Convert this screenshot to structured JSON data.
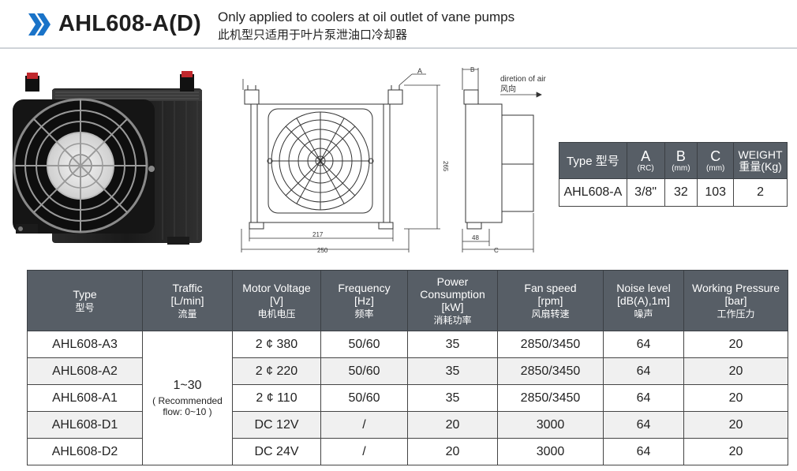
{
  "header": {
    "model": "AHL608-A(D)",
    "description_en": "Only applied to coolers at oil outlet of vane pumps",
    "description_cn": "此机型只适用于叶片泵泄油口冷却器",
    "chevron_icon": "double-chevron-right-icon",
    "accent_color": "#1a73c8"
  },
  "drawing": {
    "label_a": "A",
    "label_b": "B",
    "label_c": "C",
    "dim_height": "265",
    "dim_inner_width": "217",
    "dim_outer_width": "250",
    "dim_side": "48",
    "air_direction_en": "diretion of air",
    "air_direction_cn": "风向"
  },
  "spec_table": {
    "headers": {
      "type": "Type 型号",
      "a_main": "A",
      "a_sub": "(RC)",
      "b_main": "B",
      "b_sub": "(mm)",
      "c_main": "C",
      "c_sub": "(mm)",
      "weight_main": "WEIGHT",
      "weight_sub": "重量(Kg)"
    },
    "row": {
      "type": "AHL608-A",
      "a": "3/8\"",
      "b": "32",
      "c": "103",
      "weight": "2"
    }
  },
  "main_table": {
    "headers": [
      {
        "en": "Type",
        "cn": "型号"
      },
      {
        "en": "Traffic",
        "unit": "[L/min]",
        "cn": "流量"
      },
      {
        "en": "Motor Voltage",
        "unit": "[V]",
        "cn": "电机电压"
      },
      {
        "en": "Frequency",
        "unit": "[Hz]",
        "cn": "频率"
      },
      {
        "en": "Power Consumption",
        "unit": "[kW]",
        "cn": "消耗功率"
      },
      {
        "en": "Fan speed",
        "unit": "[rpm]",
        "cn": "风扇转速"
      },
      {
        "en": "Noise level",
        "unit": "[dB(A),1m]",
        "cn": "噪声"
      },
      {
        "en": "Working Pressure",
        "unit": "[bar]",
        "cn": "工作压力"
      }
    ],
    "traffic": {
      "range": "1~30",
      "note": "( Recommended flow: 0~10 )"
    },
    "rows": [
      {
        "type": "AHL608-A3",
        "voltage": "2 ¢ 380",
        "frequency": "50/60",
        "power": "35",
        "fan_speed": "2850/3450",
        "noise": "64",
        "pressure": "20"
      },
      {
        "type": "AHL608-A2",
        "voltage": "2 ¢ 220",
        "frequency": "50/60",
        "power": "35",
        "fan_speed": "2850/3450",
        "noise": "64",
        "pressure": "20"
      },
      {
        "type": "AHL608-A1",
        "voltage": "2 ¢ 110",
        "frequency": "50/60",
        "power": "35",
        "fan_speed": "2850/3450",
        "noise": "64",
        "pressure": "20"
      },
      {
        "type": "AHL608-D1",
        "voltage": "DC 12V",
        "frequency": "/",
        "power": "20",
        "fan_speed": "3000",
        "noise": "64",
        "pressure": "20"
      },
      {
        "type": "AHL608-D2",
        "voltage": "DC 24V",
        "frequency": "/",
        "power": "20",
        "fan_speed": "3000",
        "noise": "64",
        "pressure": "20"
      }
    ]
  }
}
